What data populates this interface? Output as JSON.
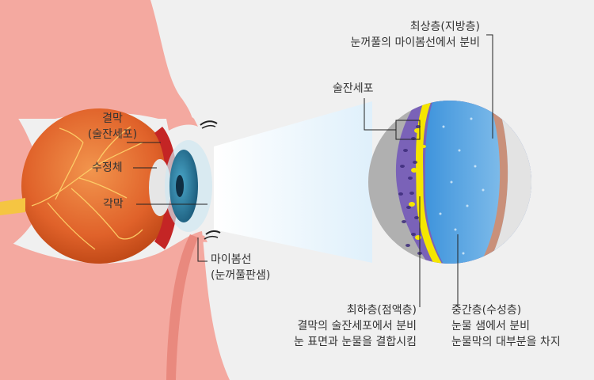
{
  "labels": {
    "conjunctiva": {
      "line1": "결막",
      "line2": "(술잔세포)"
    },
    "lens": "수정체",
    "cornea": "각막",
    "meibomian": {
      "line1": "마이봄선",
      "line2": "(눈꺼풀판샘)"
    },
    "goblet_cell": "술잔세포",
    "lipid_layer": {
      "title": "최상층(지방층)",
      "desc": "눈꺼풀의 마이봄선에서 분비"
    },
    "mucin_layer": {
      "title": "최하층(점액층)",
      "desc1": "결막의 술잔세포에서 분비",
      "desc2": "눈 표면과 눈물을 결합시킴"
    },
    "aqueous_layer": {
      "title": "중간층(수성층)",
      "desc1": "눈물 샘에서 분비",
      "desc2": "눈물막의 대부분을 차지"
    }
  },
  "colors": {
    "skin": "#f4a9a0",
    "background": "#f0f0f0",
    "eyeball": "#e0622a",
    "mucin": "#7a62b8",
    "goblet_yellow": "#f5e600",
    "aqueous": "#5aa8e6",
    "lipid": "#c9907a",
    "stroma": "#b0b0b0"
  }
}
